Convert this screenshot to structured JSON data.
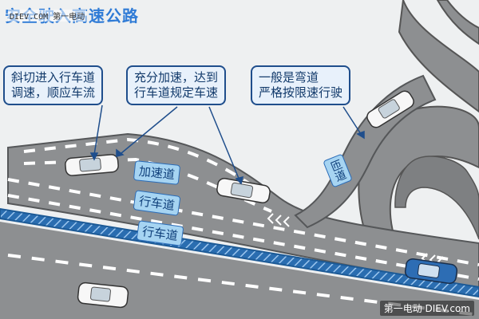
{
  "title": "安全驶入高速公路",
  "watermark_top": "DIEV.COM 第一电动",
  "watermark_bottom": "第一电动 DIEV.com",
  "callouts": {
    "merge_note": [
      "斜切进入行车道",
      "调速，顺应车流"
    ],
    "accelerate_note": [
      "充分加速，达到",
      "行车道规定车速"
    ],
    "curve_note": [
      "一般是弯道",
      "严格按限速行驶"
    ]
  },
  "labels": {
    "accel_lane": "加速道",
    "lane_1": "行车道",
    "lane_2": "行车道",
    "ramp": "匝道"
  },
  "colors": {
    "road": "#8d8f91",
    "road_edge": "#555759",
    "median": "#1c5a96",
    "callout_border": "#1f4e8c",
    "label_fill": "#a6d4f2",
    "title": "#2f7bd6"
  }
}
